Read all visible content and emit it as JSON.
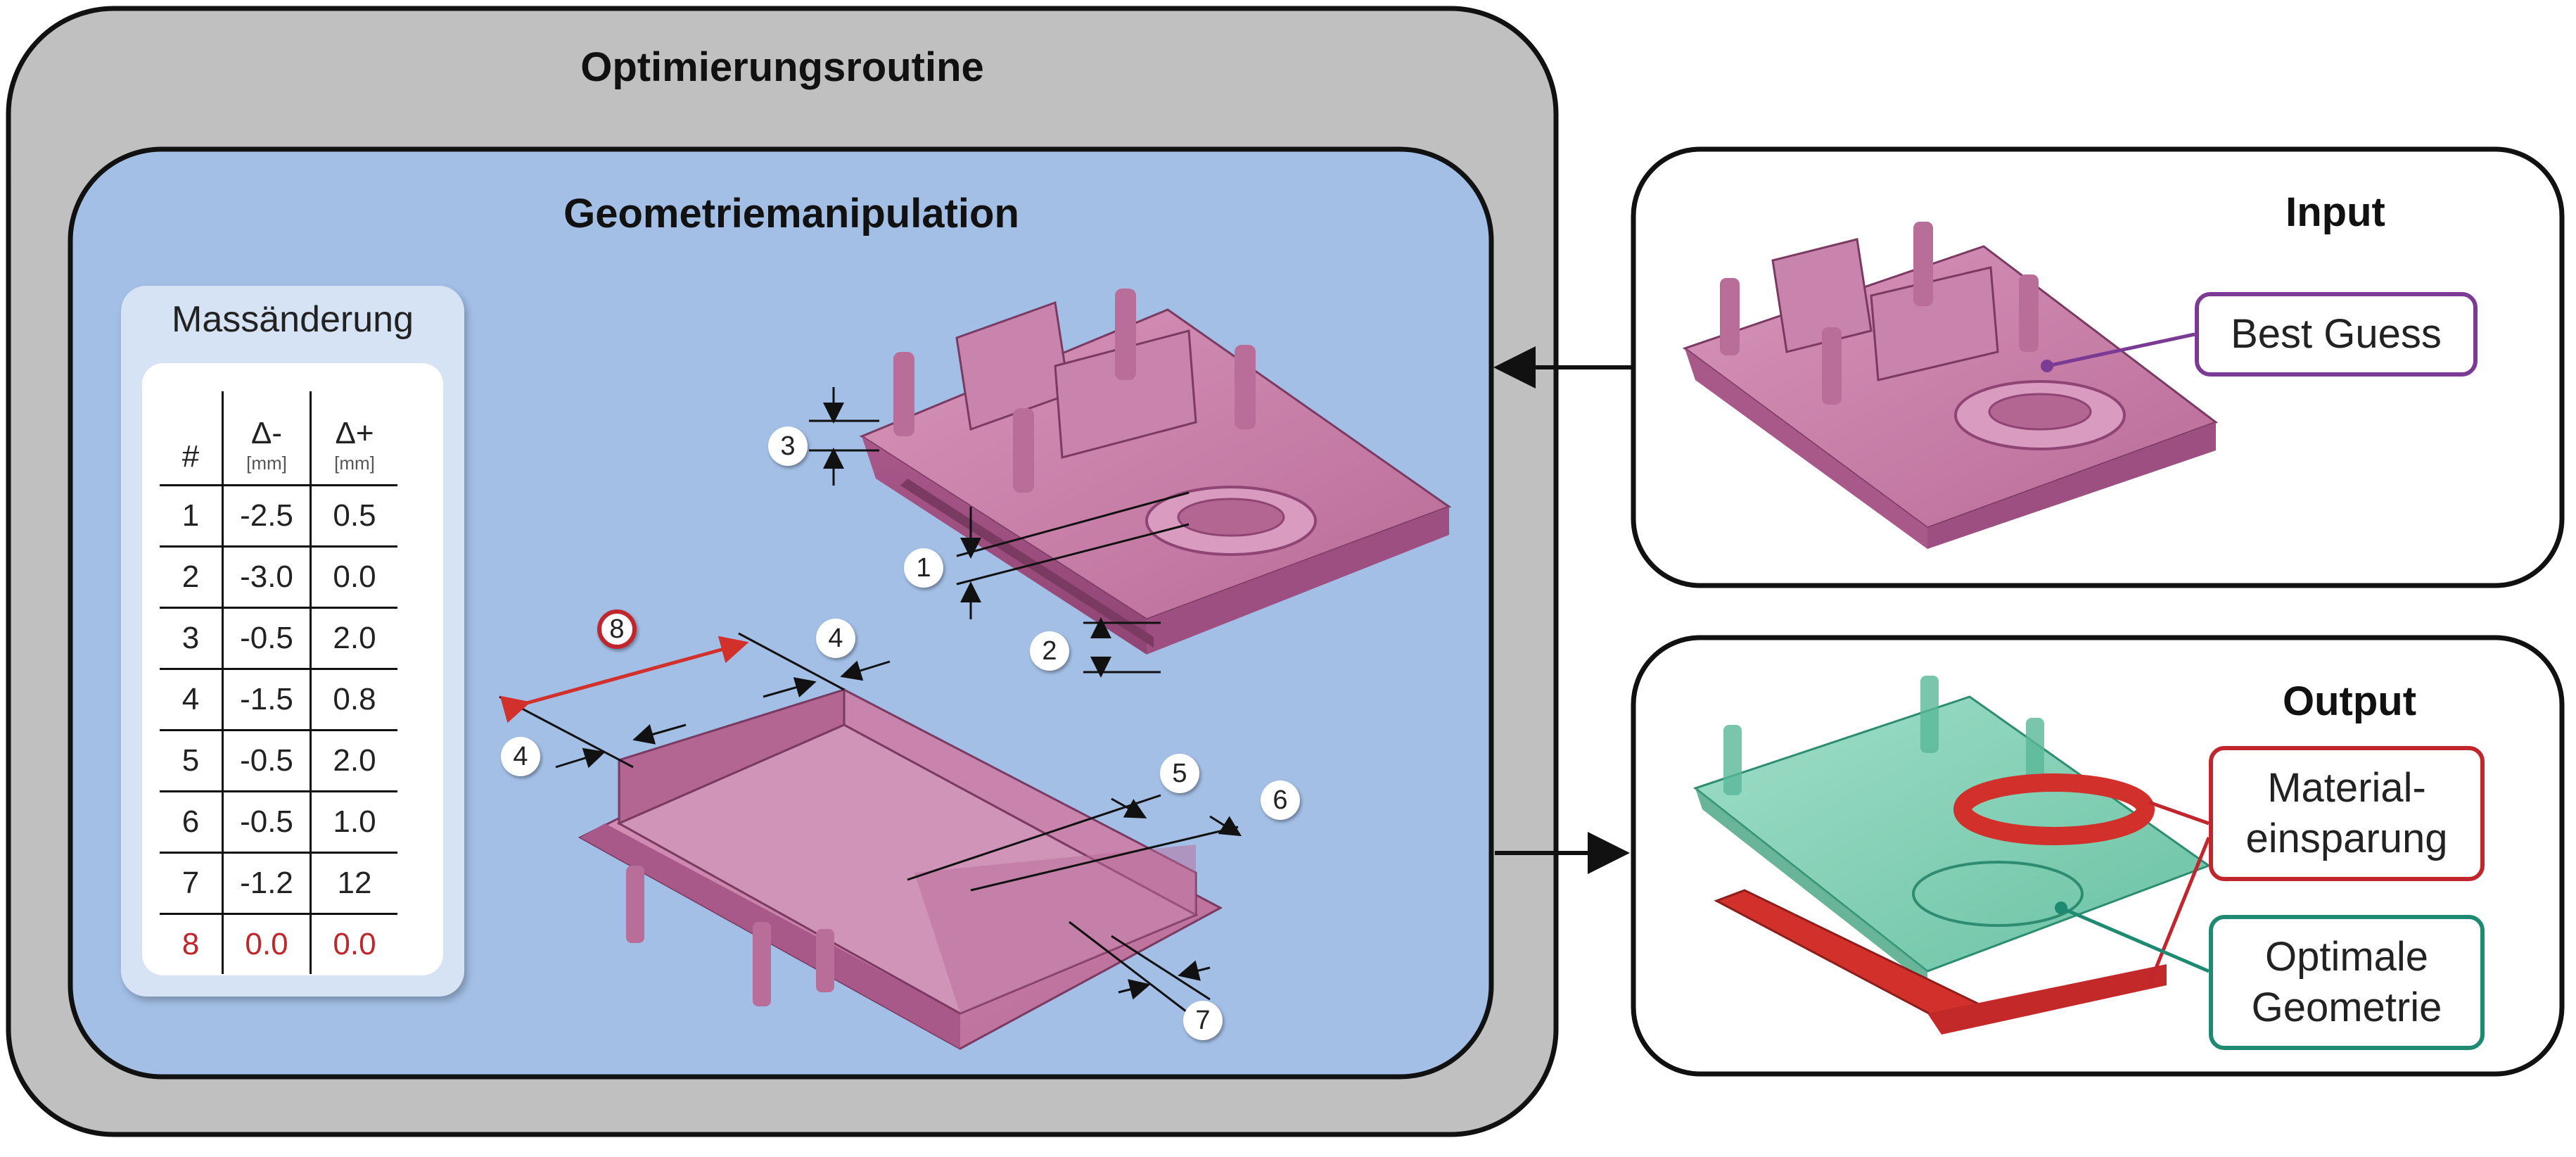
{
  "outer_title": "Optimierungsroutine",
  "inner_title": "Geometriemanipulation",
  "table": {
    "title": "Massänderung",
    "headers": [
      {
        "label": "#",
        "unit": ""
      },
      {
        "label": "Δ-",
        "unit": "[mm]"
      },
      {
        "label": "Δ+",
        "unit": "[mm]"
      }
    ],
    "rows": [
      [
        "1",
        "-2.5",
        "0.5"
      ],
      [
        "2",
        "-3.0",
        "0.0"
      ],
      [
        "3",
        "-0.5",
        "2.0"
      ],
      [
        "4",
        "-1.5",
        "0.8"
      ],
      [
        "5",
        "-0.5",
        "2.0"
      ],
      [
        "6",
        "-0.5",
        "1.0"
      ],
      [
        "7",
        "-1.2",
        "12"
      ],
      [
        "8",
        "0.0",
        "0.0"
      ]
    ],
    "highlight_row": 7,
    "highlight_color": "#c0262c"
  },
  "markers": {
    "m1": "1",
    "m2": "2",
    "m3": "3",
    "m4a": "4",
    "m4b": "4",
    "m5": "5",
    "m6": "6",
    "m7": "7",
    "m8": "8"
  },
  "input_panel": {
    "title": "Input",
    "label": "Best Guess",
    "label_color": "#7b3a94"
  },
  "output_panel": {
    "title": "Output",
    "label_savings": "Material-\neinsparung",
    "label_savings_color": "#c0262c",
    "label_optimal": "Optimale\nGeometrie",
    "label_optimal_color": "#1e8a72"
  },
  "colors": {
    "outer_box": "#c0c0c0",
    "inner_box": "#a3bfe6",
    "part_pink": "#c77aa6",
    "part_green": "#6cc7aa",
    "accent_red": "#d1302b"
  }
}
